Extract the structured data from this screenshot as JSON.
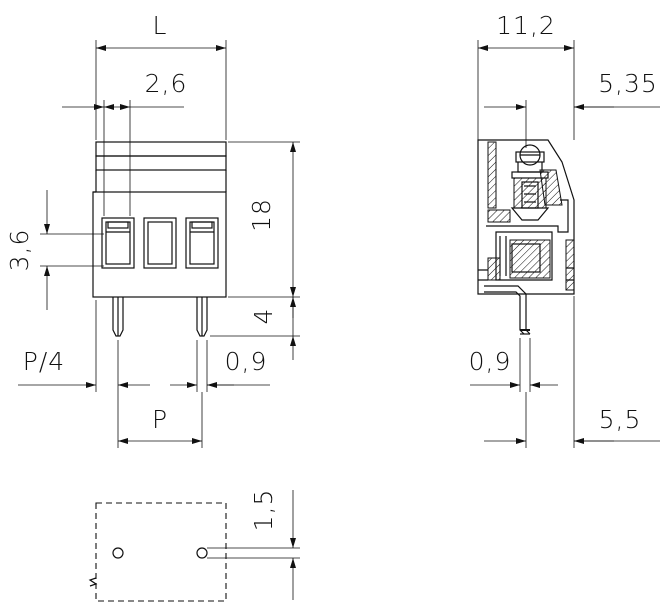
{
  "labels": {
    "L": "L",
    "pitch_small": "2,6",
    "height_18": "18",
    "height_4": "4",
    "height_3_6": "3,6",
    "p_quarter": "P/4",
    "pin_0_9_left": "0,9",
    "p": "P",
    "width_11_2": "11,2",
    "width_5_35": "5,35",
    "pin_0_9_right": "0,9",
    "width_5_5": "5,5",
    "hole_1_5": "1,5"
  },
  "colors": {
    "line": "#111111",
    "background": "#ffffff"
  }
}
